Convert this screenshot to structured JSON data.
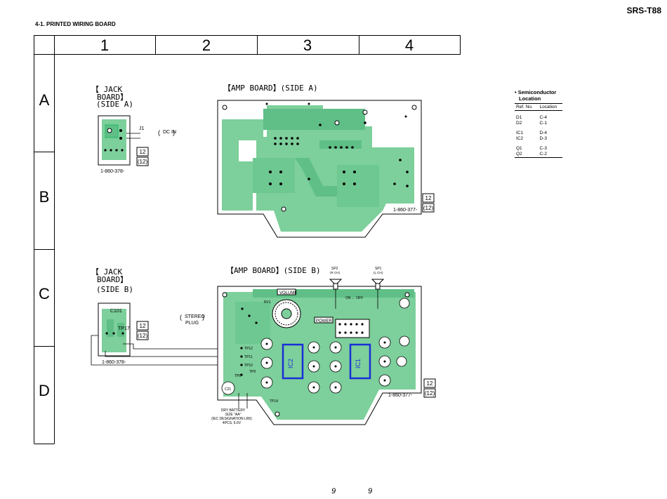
{
  "header": {
    "model": "SRS-T88",
    "section_title": "4-1. PRINTED WIRING BOARD"
  },
  "grid": {
    "columns": [
      "1",
      "2",
      "3",
      "4"
    ],
    "rows": [
      "A",
      "B",
      "C",
      "D"
    ]
  },
  "jack_a": {
    "title_1": "【 JACK",
    "title_2": "BOARD】",
    "title_3": "(SIDE A)",
    "part_no": "1-860-378-",
    "ref": "J1",
    "dc_in": "DC IN",
    "badge_1": "12",
    "badge_2": "(12)"
  },
  "amp_a": {
    "title": "【AMP BOARD】(SIDE A)",
    "part_no": "1-860-377-",
    "badge_1": "12",
    "badge_2": "(12)"
  },
  "jack_b": {
    "title_1": "【 JACK",
    "title_2": "BOARD】",
    "title_3": "(SIDE B)",
    "part_no": "1-860-378-",
    "stereo_plug_1": "STEREO",
    "stereo_plug_2": "PLUG",
    "badge_1": "12",
    "badge_2": "(12)",
    "tp17": "TP17",
    "c101": "C101"
  },
  "amp_b": {
    "title": "【AMP BOARD】(SIDE B)",
    "part_no": "1-860-377-",
    "sp2": "SP2",
    "sp2_sub": "(R CH)",
    "sp1": "SP1",
    "sp1_sub": "(L CH)",
    "volume": "VOLUME",
    "rv1": "RV1",
    "power": "POWER",
    "on_off": "ON ← OFF",
    "ic2": "IC2",
    "ic1": "IC1",
    "tp12": "TP12",
    "tp11": "TP11",
    "tp10": "TP10",
    "tp9": "TP9",
    "tp8": "TP8",
    "tp14": "TP14",
    "c21": "C21",
    "battery_1": "DRY BATTERY",
    "battery_2": "SIZE \"AA\"",
    "battery_3": "(IEC DESIGNATION LR6)",
    "battery_4": "4PCS, 6.0V",
    "badge_1": "12",
    "badge_2": "(12)"
  },
  "semiconductor": {
    "heading_1": "• Semiconductor",
    "heading_2": "Location",
    "col_ref": "Ref. No.",
    "col_loc": "Location",
    "groups": [
      [
        {
          "ref": "D1",
          "loc": "C-4"
        },
        {
          "ref": "D2",
          "loc": "C-1"
        }
      ],
      [
        {
          "ref": "IC1",
          "loc": "D-4"
        },
        {
          "ref": "IC2",
          "loc": "D-3"
        }
      ],
      [
        {
          "ref": "Q1",
          "loc": "C-3"
        },
        {
          "ref": "Q2",
          "loc": "C-2"
        }
      ]
    ]
  },
  "footer": {
    "page_left": "9",
    "page_right": "9"
  },
  "colors": {
    "board": "#7dcf9b",
    "trace": "#5fbf86",
    "ic_outline": "#1a2fd6"
  }
}
